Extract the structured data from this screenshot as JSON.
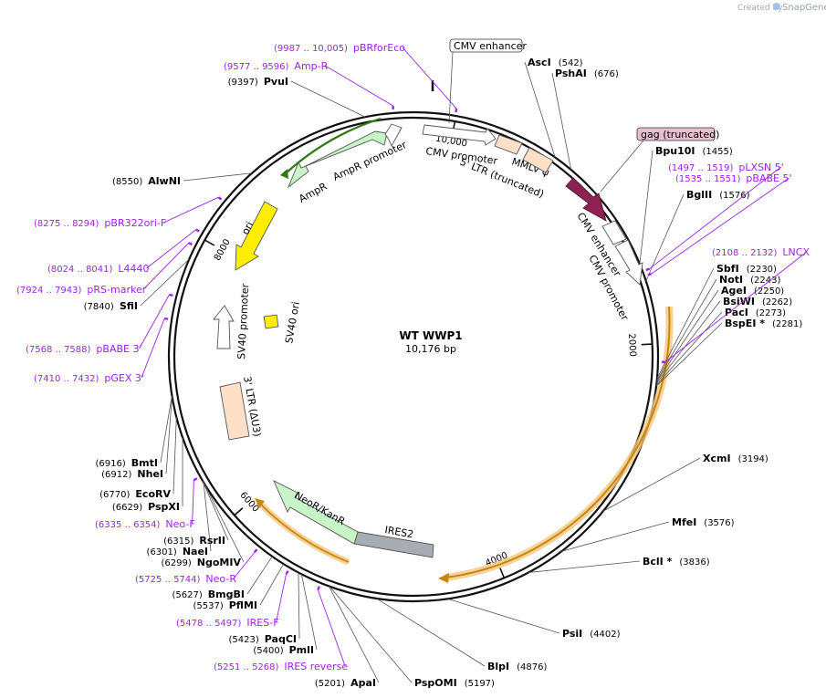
{
  "credit": {
    "prefix": "Created by",
    "brand": "SnapGene"
  },
  "plasmid": {
    "name": "WT WWP1",
    "size_label": "10,176 bp",
    "length": 10176
  },
  "ticks": [
    {
      "pos": 2000,
      "label": "2000"
    },
    {
      "pos": 4000,
      "label": "4000"
    },
    {
      "pos": 6000,
      "label": "6000"
    },
    {
      "pos": 8000,
      "label": "8000"
    },
    {
      "pos": 10000,
      "label": "10,000"
    }
  ],
  "sites": [
    {
      "name": "AscI",
      "pos": "(542)"
    },
    {
      "name": "PshAI",
      "pos": "(676)"
    },
    {
      "name": "Bpu10I",
      "pos": "(1455)"
    },
    {
      "name": "BglII",
      "pos": "(1576)"
    },
    {
      "name": "SbfI",
      "pos": "(2230)"
    },
    {
      "name": "NotI",
      "pos": "(2243)"
    },
    {
      "name": "AgeI",
      "pos": "(2250)"
    },
    {
      "name": "BsiWI",
      "pos": "(2262)"
    },
    {
      "name": "PacI",
      "pos": "(2273)"
    },
    {
      "name": "BspEI *",
      "pos": "(2281)"
    },
    {
      "name": "XcmI",
      "pos": "(3194)"
    },
    {
      "name": "MfeI",
      "pos": "(3576)"
    },
    {
      "name": "BclI *",
      "pos": "(3836)"
    },
    {
      "name": "PsiI",
      "pos": "(4402)"
    },
    {
      "name": "BlpI",
      "pos": "(4876)"
    },
    {
      "name": "PspOMI",
      "pos": "(5197)"
    },
    {
      "name": "ApaI",
      "pos": "(5201)"
    },
    {
      "name": "PmlI",
      "pos": "(5400)"
    },
    {
      "name": "PaqCI",
      "pos": "(5423)"
    },
    {
      "name": "PflMI",
      "pos": "(5537)"
    },
    {
      "name": "BmgBI",
      "pos": "(5627)"
    },
    {
      "name": "NgoMIV",
      "pos": "(6299)"
    },
    {
      "name": "NaeI",
      "pos": "(6301)"
    },
    {
      "name": "RsrII",
      "pos": "(6315)"
    },
    {
      "name": "PspXI",
      "pos": "(6629)"
    },
    {
      "name": "EcoRV",
      "pos": "(6770)"
    },
    {
      "name": "NheI",
      "pos": "(6912)"
    },
    {
      "name": "BmtI",
      "pos": "(6916)"
    },
    {
      "name": "SfiI",
      "pos": "(7840)"
    },
    {
      "name": "AlwNI",
      "pos": "(8550)"
    },
    {
      "name": "PvuI",
      "pos": "(9397)"
    }
  ],
  "primers": [
    {
      "name": "pBRforEco",
      "range": "(9987 .. 10,005)"
    },
    {
      "name": "Amp-R",
      "range": "(9577 .. 9596)"
    },
    {
      "name": "pLXSN 5'",
      "range": "(1497 .. 1519)"
    },
    {
      "name": "pBABE 5'",
      "range": "(1535 .. 1551)"
    },
    {
      "name": "LNCX",
      "range": "(2108 .. 2132)"
    },
    {
      "name": "pBR322ori-F",
      "range": "(8275 .. 8294)"
    },
    {
      "name": "L4440",
      "range": "(8024 .. 8041)"
    },
    {
      "name": "pRS-marker",
      "range": "(7924 .. 7943)"
    },
    {
      "name": "pBABE 3'",
      "range": "(7568 .. 7588)"
    },
    {
      "name": "pGEX 3'",
      "range": "(7410 .. 7432)"
    },
    {
      "name": "Neo-F",
      "range": "(6335 .. 6354)"
    },
    {
      "name": "Neo-R",
      "range": "(5725 .. 5744)"
    },
    {
      "name": "IRES-F",
      "range": "(5478 .. 5497)"
    },
    {
      "name": "IRES reverse",
      "range": "(5251 .. 5268)"
    }
  ],
  "features": {
    "cmv_enhancer_box": "CMV enhancer",
    "gag_box": "gag (truncated)",
    "cmv_promoter_top": "CMV promoter",
    "mmlv_psi": "MMLV ψ",
    "ltr5": "5' LTR (truncated)",
    "cmv_enhancer_right": "CMV enhancer",
    "cmv_promoter_right": "CMV promoter",
    "ampr": "AmpR",
    "ampr_promoter": "AmpR promoter",
    "ori": "ori",
    "sv40_promoter": "SV40 promoter",
    "sv40_ori": "SV40 ori",
    "ltr3": "3' LTR (ΔU3)",
    "neor": "NeoR/KanR",
    "ires2": "IRES2"
  },
  "colors": {
    "backbone": "#111111",
    "primer": "#a020f0",
    "gag": "#8b2252",
    "gag_box_fill": "#e8bfd0",
    "orf_highlight": "#f5c77e",
    "orf_line": "#c8860b",
    "ampr_fill": "#c8f5c8",
    "ori_fill": "#ffee00",
    "ltr_fill": "#fde0c5",
    "ires_fill": "#a8adb3"
  }
}
